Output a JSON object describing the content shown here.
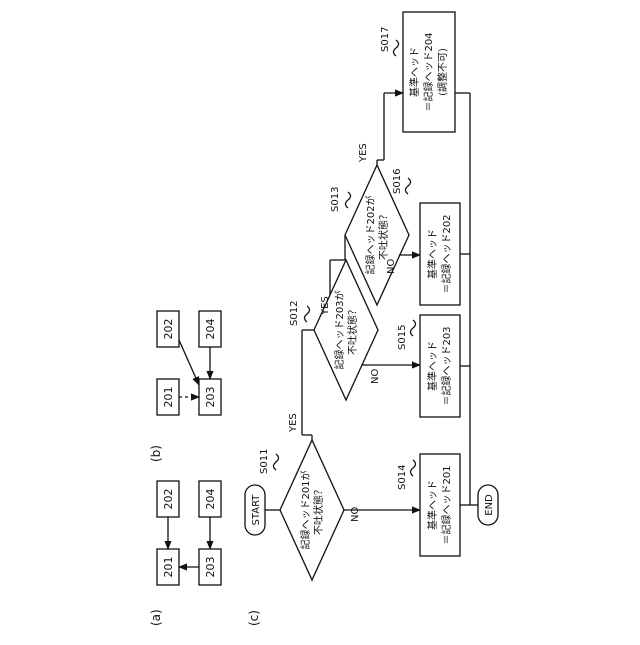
{
  "panels": {
    "a": "(a)",
    "b": "(b)",
    "c": "(c)"
  },
  "heads": {
    "h201": "201",
    "h202": "202",
    "h203": "203",
    "h204": "204"
  },
  "flow": {
    "start": "START",
    "end": "END",
    "yes": "YES",
    "no": "NO",
    "s011": {
      "id": "S011",
      "line1": "記録ヘッド201が",
      "line2": "不吐状態？"
    },
    "s012": {
      "id": "S012",
      "line1": "記録ヘッド203が",
      "line2": "不吐状態？"
    },
    "s013": {
      "id": "S013",
      "line1": "記録ヘッド202が",
      "line2": "不吐状態？"
    },
    "s014": {
      "id": "S014",
      "line1": "基準ヘッド",
      "line2": "＝記録ヘッド201"
    },
    "s015": {
      "id": "S015",
      "line1": "基準ヘッド",
      "line2": "＝記録ヘッド203"
    },
    "s016": {
      "id": "S016",
      "line1": "基準ヘッド",
      "line2": "＝記録ヘッド202"
    },
    "s017": {
      "id": "S017",
      "line1": "基準ヘッド",
      "line2": "＝記録ヘッド204",
      "line3": "(調整不可)"
    }
  }
}
